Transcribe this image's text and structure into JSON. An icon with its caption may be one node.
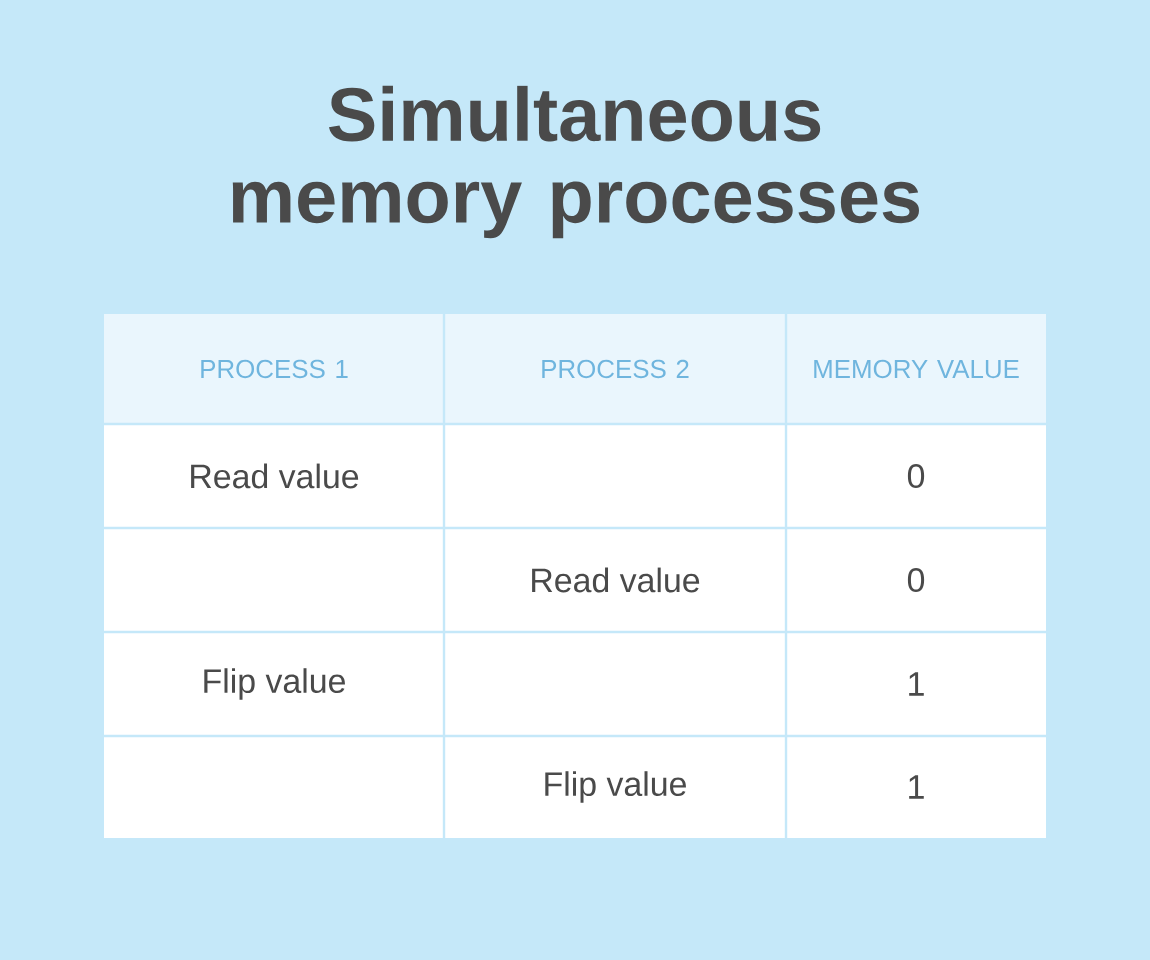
{
  "diagram": {
    "title": "Simultaneous memory processes",
    "labels": [
      "PROCESS 1",
      "PROCESS 2",
      "MEMORY VALUE",
      "Read value",
      "0",
      "Read value",
      "0",
      "Flip value",
      "1",
      "Flip value",
      "1"
    ]
  }
}
